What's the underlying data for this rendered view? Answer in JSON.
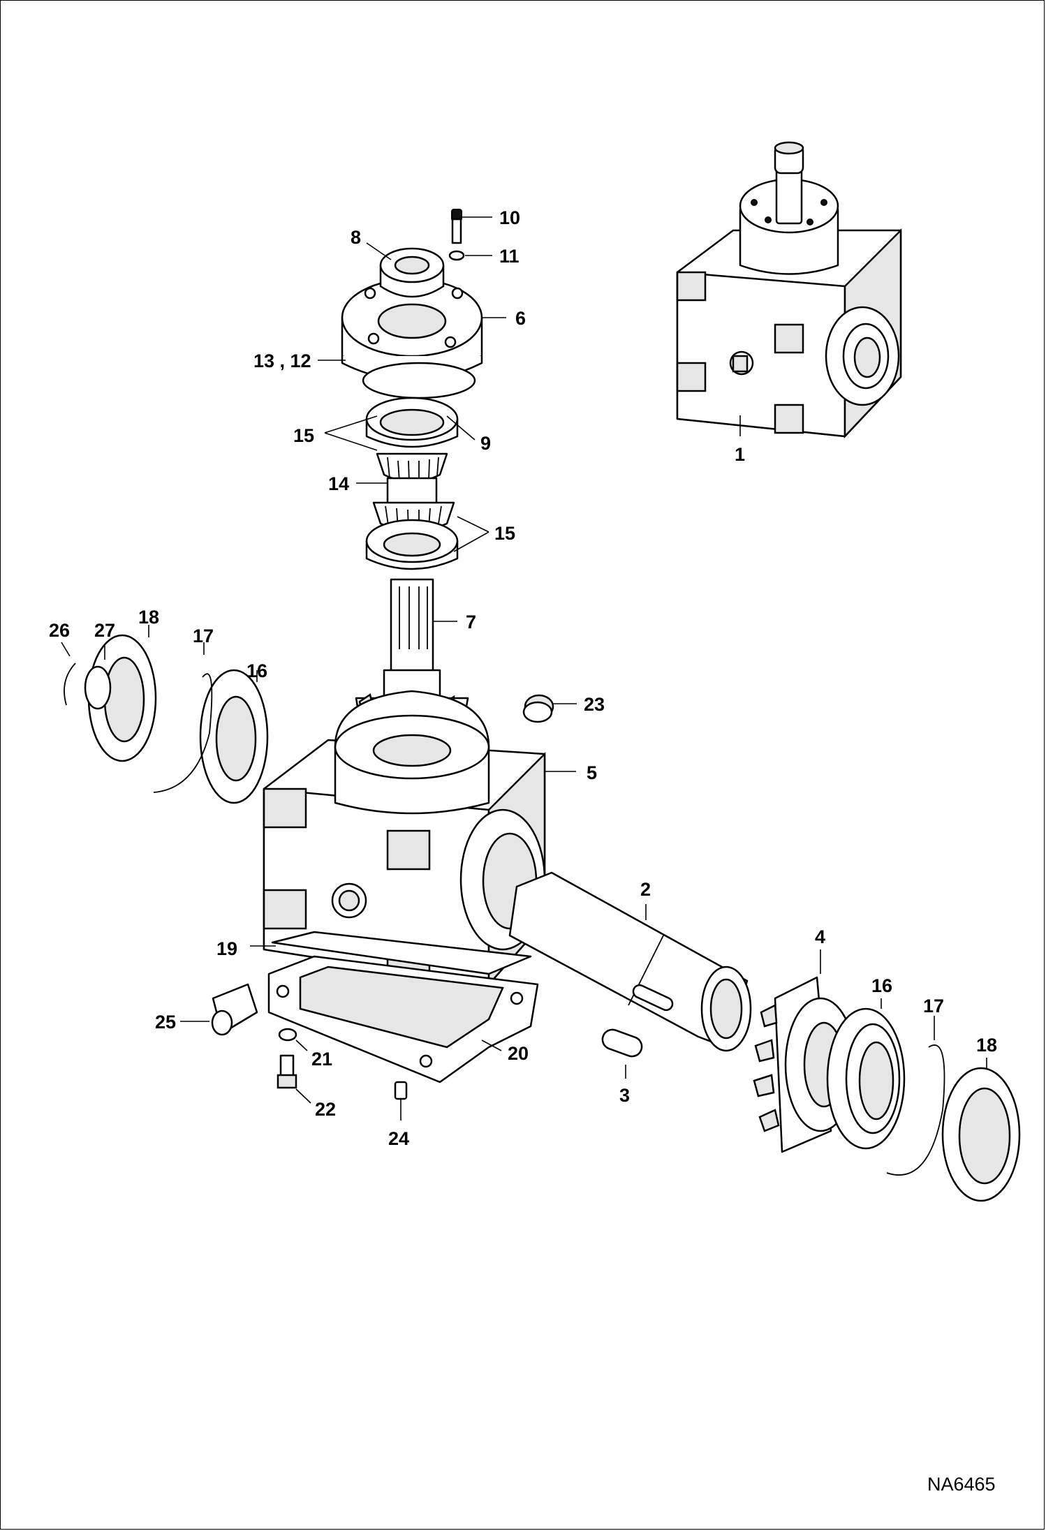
{
  "drawing_number": "NA6465",
  "callouts": [
    {
      "id": "c1",
      "text": "1"
    },
    {
      "id": "c2",
      "text": "2"
    },
    {
      "id": "c3",
      "text": "3"
    },
    {
      "id": "c4",
      "text": "4"
    },
    {
      "id": "c5",
      "text": "5"
    },
    {
      "id": "c6",
      "text": "6"
    },
    {
      "id": "c7",
      "text": "7"
    },
    {
      "id": "c8",
      "text": "8"
    },
    {
      "id": "c9",
      "text": "9"
    },
    {
      "id": "c10",
      "text": "10"
    },
    {
      "id": "c11",
      "text": "11"
    },
    {
      "id": "c12",
      "text": "13 , 12"
    },
    {
      "id": "c14",
      "text": "14"
    },
    {
      "id": "c15a",
      "text": "15"
    },
    {
      "id": "c15b",
      "text": "15"
    },
    {
      "id": "c16a",
      "text": "16"
    },
    {
      "id": "c16b",
      "text": "16"
    },
    {
      "id": "c17a",
      "text": "17"
    },
    {
      "id": "c17b",
      "text": "17"
    },
    {
      "id": "c18a",
      "text": "18"
    },
    {
      "id": "c18b",
      "text": "18"
    },
    {
      "id": "c19",
      "text": "19"
    },
    {
      "id": "c20",
      "text": "20"
    },
    {
      "id": "c21",
      "text": "21"
    },
    {
      "id": "c22",
      "text": "22"
    },
    {
      "id": "c23",
      "text": "23"
    },
    {
      "id": "c24",
      "text": "24"
    },
    {
      "id": "c25",
      "text": "25"
    },
    {
      "id": "c26",
      "text": "26"
    },
    {
      "id": "c27",
      "text": "27"
    }
  ]
}
